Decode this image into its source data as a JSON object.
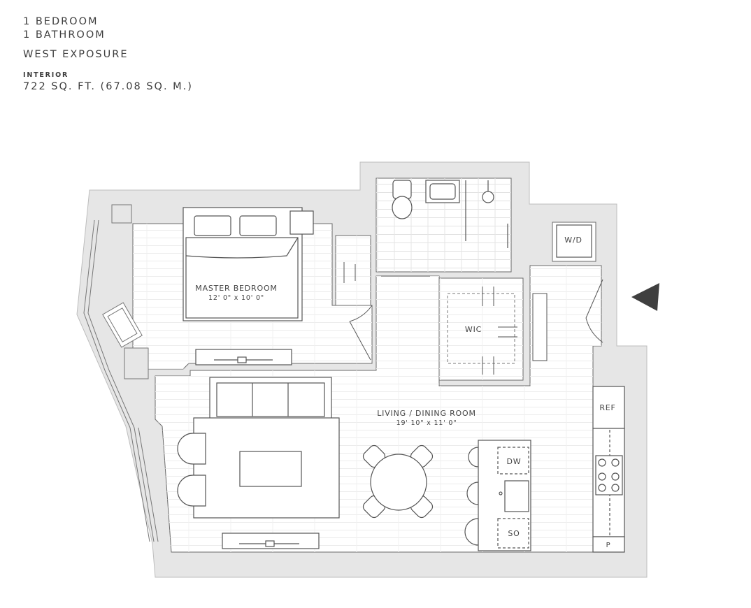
{
  "header": {
    "bedrooms": "1 BEDROOM",
    "bathrooms": "1 BATHROOM",
    "exposure": "WEST EXPOSURE",
    "interior_label": "INTERIOR",
    "area": "722 SQ. FT. (67.08 SQ. M.)"
  },
  "rooms": {
    "master_bedroom": {
      "name": "MASTER BEDROOM",
      "dims": "12' 0\" x 10' 0\""
    },
    "living_dining": {
      "name": "LIVING / DINING ROOM",
      "dims": "19' 10\" x 11' 0\""
    },
    "wic": "WIC",
    "wd": "W/D"
  },
  "kitchen": {
    "ref": "REF",
    "dw": "DW",
    "so": "SO",
    "pantry": "P"
  },
  "colors": {
    "wall": "#e6e6e6",
    "line": "#555555",
    "floor_line": "#e9e9e9",
    "entry_arrow": "#3f3f3f"
  }
}
